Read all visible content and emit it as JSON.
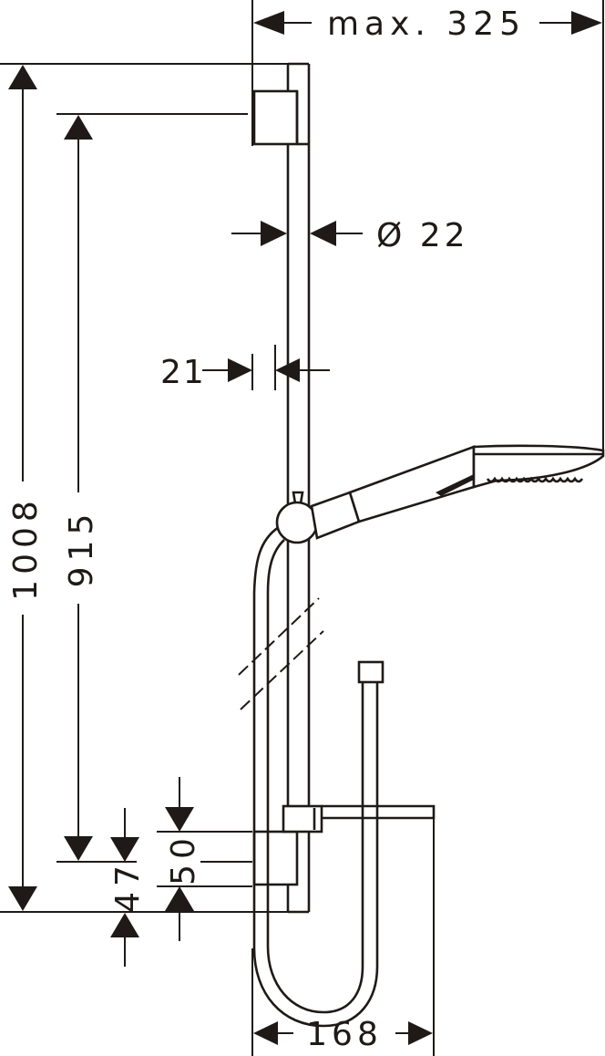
{
  "dimensions": {
    "max_width": "max. 325",
    "rail_diameter": "Ø 22",
    "wall_offset": "21",
    "total_height": "1008",
    "holder_height": "915",
    "bottom_offset": "47",
    "bracket_height": "50",
    "hose_width": "168"
  }
}
